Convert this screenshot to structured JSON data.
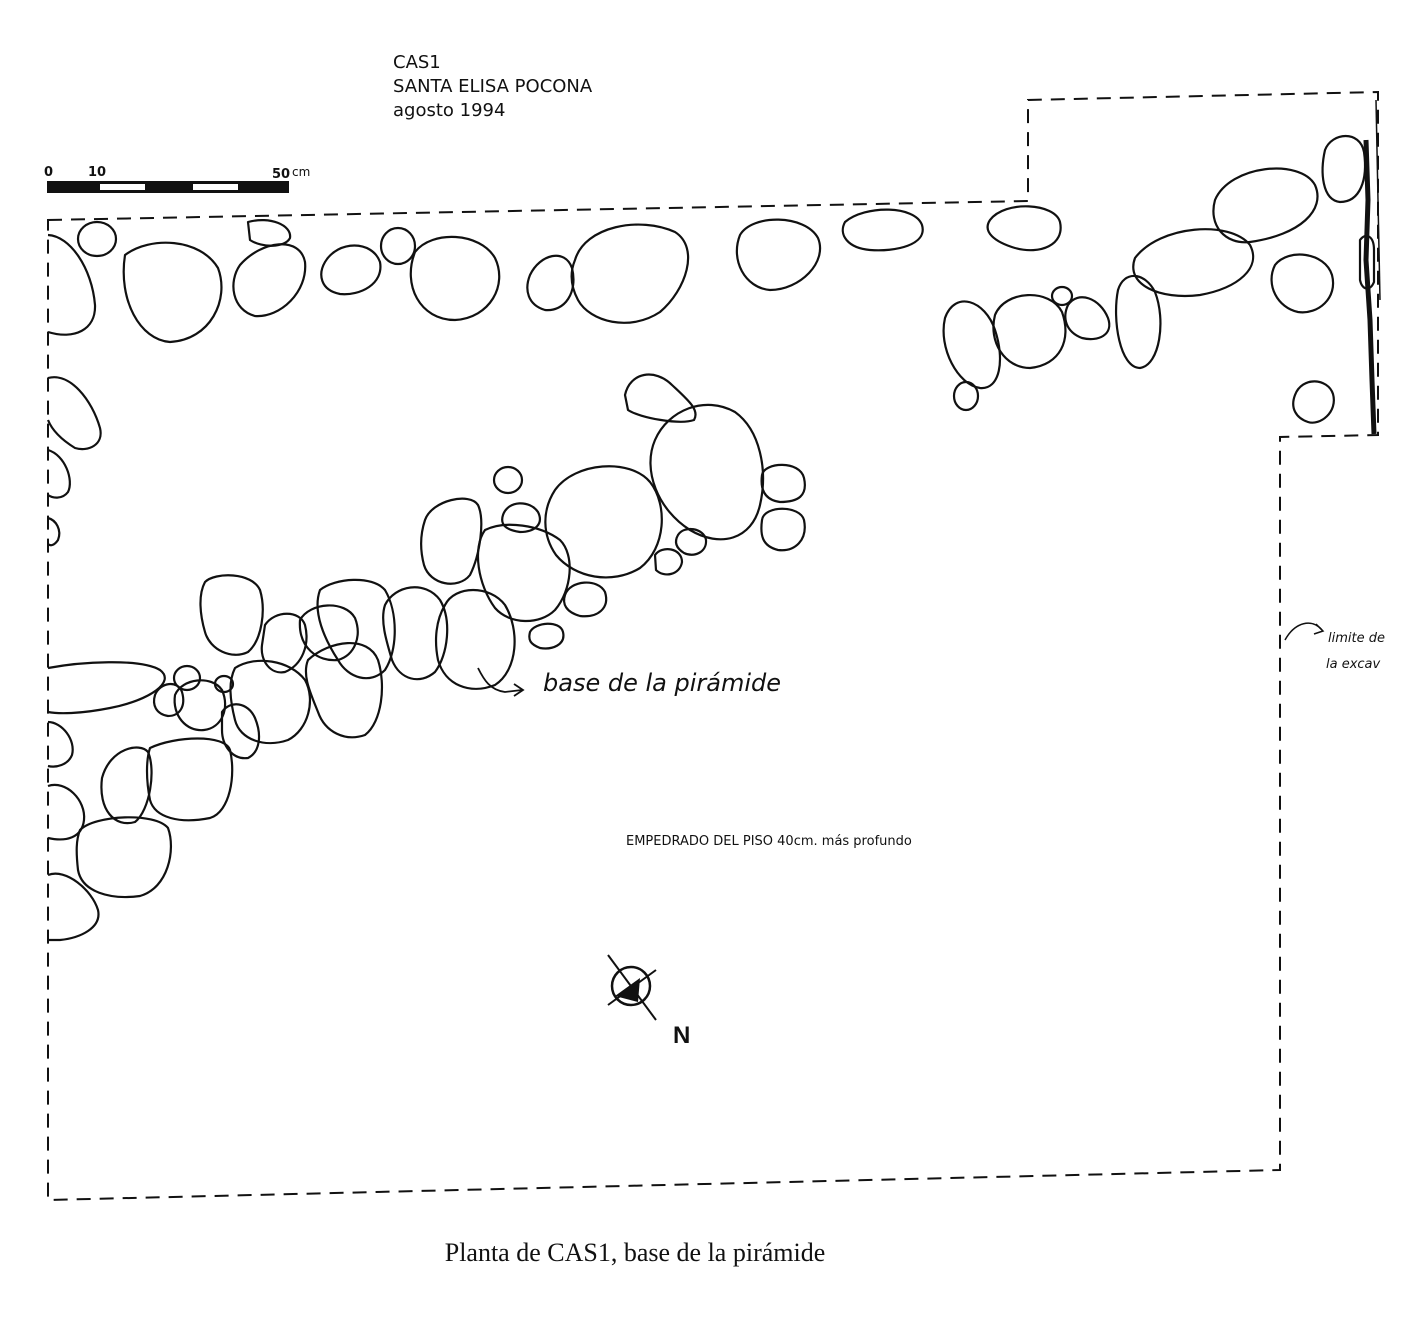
{
  "header_note": {
    "line1": "CAS1",
    "line2": "SANTA ELISA POCONA",
    "line3": "agosto 1994"
  },
  "scale_bar": {
    "tick_0": "0",
    "tick_10": "10",
    "tick_50": "50",
    "unit": "cm"
  },
  "labels": {
    "pyramid_base": "base de la pirámide",
    "pavement_note": "EMPEDRADO DEL PISO  40cm. más profundo",
    "excavation_limit_line1": "limite de",
    "excavation_limit_line2": "la excav"
  },
  "north_arrow": {
    "label": "N"
  },
  "caption": "Planta de CAS1, base de la pirámide",
  "colors": {
    "ink": "#111111",
    "background": "#ffffff"
  }
}
